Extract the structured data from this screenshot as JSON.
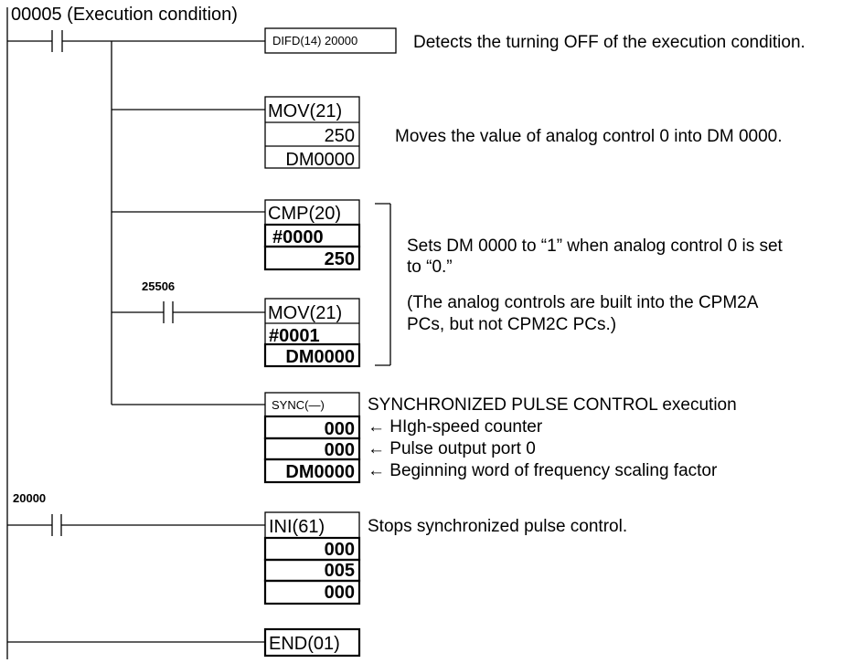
{
  "execution_label": "00005 (Execution condition)",
  "contacts": {
    "c25506": "25506",
    "c20000": "20000"
  },
  "instructions": {
    "difd": {
      "name": "DIFD(14) 20000"
    },
    "mov1": {
      "name": "MOV(21)",
      "op1": "250",
      "op2": "DM0000"
    },
    "cmp": {
      "name": "CMP(20)",
      "op1": "#0000",
      "op2": "250"
    },
    "mov2": {
      "name": "MOV(21)",
      "op1": "#0001",
      "op2": "DM0000"
    },
    "sync": {
      "name": "SYNC(—)",
      "op1": "000",
      "op2": "000",
      "op3": "DM0000"
    },
    "ini": {
      "name": "INI(61)",
      "op1": "000",
      "op2": "005",
      "op3": "000"
    },
    "end": {
      "name": "END(01)"
    }
  },
  "descriptions": {
    "difd": "Detects the turning OFF of the execution condition.",
    "mov1": "Moves the value of analog control 0 into DM 0000.",
    "cmp_line1": "Sets DM 0000 to “1” when analog control 0 is set",
    "cmp_line2": "to “0.”",
    "note_line1": "(The analog controls are built into the CPM2A",
    "note_line2": "PCs, but not CPM2C PCs.)",
    "sync_title": "SYNCHRONIZED PULSE CONTROL execution",
    "sync_op1": "← HIgh-speed counter",
    "sync_op2": "← Pulse output port 0",
    "sync_op3": "← Beginning word of frequency scaling factor",
    "ini": "Stops synchronized pulse control."
  }
}
